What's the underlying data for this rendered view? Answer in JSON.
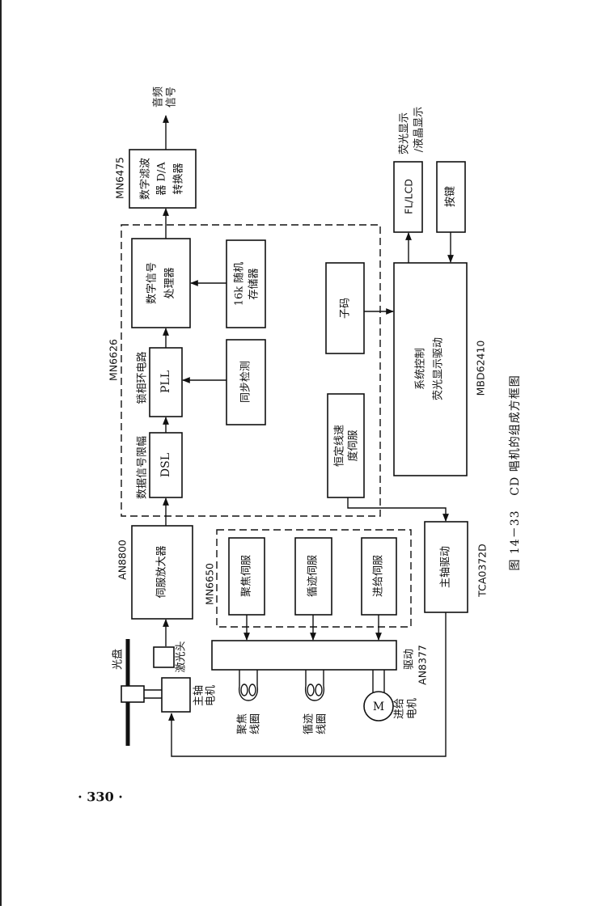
{
  "page_number": "· 330 ·",
  "caption": {
    "figure_no": "图 14－33",
    "title": "CD 唱机的组成方框图"
  },
  "audio_output": {
    "lines": [
      "音频",
      "信号"
    ]
  },
  "dac": {
    "chip": "MN6475",
    "lines": [
      "数字滤波",
      "器 D/A",
      "转换器"
    ]
  },
  "mn6626": {
    "chip": "MN6626",
    "dsp": [
      "数字信号",
      "处理器"
    ],
    "ram": [
      "16k 随机",
      "存储器"
    ],
    "pll_caption": "锁相环电路",
    "pll": "PLL",
    "sync_detect": "同步检测",
    "dsl_caption": "数据信号限幅",
    "dsl": "DSL",
    "clv_servo": [
      "恒定线速",
      "度伺服"
    ],
    "subcode": "子码"
  },
  "system_control": {
    "chip": "MBD62410",
    "lines": [
      "系统控制",
      "荧光显示驱动"
    ]
  },
  "display": {
    "box": "FL/LCD",
    "caption": [
      "荧光显示",
      "/液晶显示"
    ]
  },
  "keys": "按键",
  "spindle_driver": {
    "chip": "TCA0372D",
    "label": "主轴驱动"
  },
  "servo_amp": {
    "chip": "AN8800",
    "label": "伺服放大器"
  },
  "mn6650": {
    "chip": "MN6650",
    "servos": [
      "聚焦伺服",
      "循迹伺服",
      "进给伺服"
    ]
  },
  "driver": {
    "lines": [
      "驱动",
      "AN8377"
    ]
  },
  "laser_head": "激光头",
  "disc": "光盘",
  "spindle_motor": [
    "主轴",
    "电机"
  ],
  "focus_coil": [
    "聚焦",
    "线圈"
  ],
  "tracking_coil": [
    "循迹",
    "线圈"
  ],
  "feed_motor": {
    "symbol": "M",
    "lines": [
      "进给",
      "电机"
    ]
  }
}
